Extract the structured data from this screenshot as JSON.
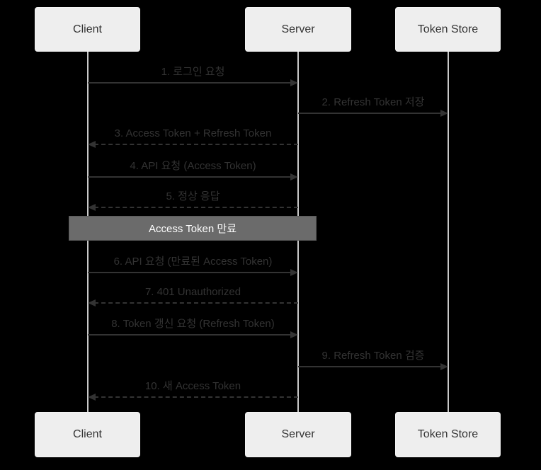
{
  "diagram": {
    "type": "sequence",
    "participants": [
      {
        "id": "client",
        "label": "Client"
      },
      {
        "id": "server",
        "label": "Server"
      },
      {
        "id": "token_store",
        "label": "Token Store"
      }
    ],
    "messages": [
      {
        "label": "1. 로그인 요청",
        "from": "Client",
        "to": "Server",
        "line": "solid"
      },
      {
        "label": "2. Refresh Token 저장",
        "from": "Server",
        "to": "Token Store",
        "line": "solid"
      },
      {
        "label": "3. Access Token + Refresh Token",
        "from": "Server",
        "to": "Client",
        "line": "dashed"
      },
      {
        "label": "4. API 요청 (Access Token)",
        "from": "Client",
        "to": "Server",
        "line": "solid"
      },
      {
        "label": "5. 정상 응답",
        "from": "Server",
        "to": "Client",
        "line": "dashed"
      },
      {
        "label": "6. API 요청 (만료된 Access Token)",
        "from": "Client",
        "to": "Server",
        "line": "solid"
      },
      {
        "label": "7. 401 Unauthorized",
        "from": "Server",
        "to": "Client",
        "line": "dashed"
      },
      {
        "label": "8. Token 갱신 요청 (Refresh Token)",
        "from": "Client",
        "to": "Server",
        "line": "solid"
      },
      {
        "label": "9. Refresh Token 검증",
        "from": "Server",
        "to": "Token Store",
        "line": "solid"
      },
      {
        "label": "10. 새 Access Token",
        "from": "Server",
        "to": "Client",
        "line": "dashed"
      }
    ],
    "note": {
      "label": "Access Token 만료",
      "over": [
        "Client",
        "Server"
      ]
    },
    "colors": {
      "background": "#000000",
      "actor_fill": "#eeeeee",
      "actor_text": "#333333",
      "lifeline": "#c9c9c9",
      "message": "#333333",
      "note_fill": "#6b6b6b",
      "note_text": "#ffffff"
    }
  }
}
